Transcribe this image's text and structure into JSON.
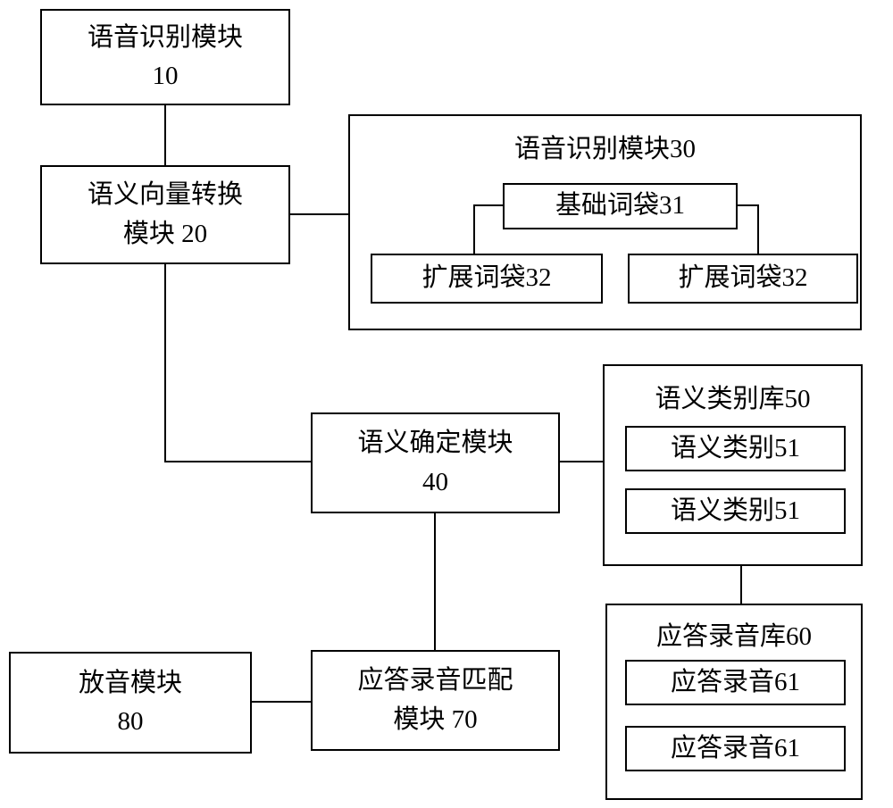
{
  "diagram": {
    "nodes": {
      "speech_recognition_10": {
        "line1": "语音识别模块",
        "line2": "10"
      },
      "semantic_vector_20": {
        "line1": "语义向量转换",
        "line2": "模块 20"
      },
      "basic_word_bag_31": {
        "label": "基础词袋31"
      },
      "extended_word_bag_32_left": {
        "label": "扩展词袋32"
      },
      "extended_word_bag_32_right": {
        "label": "扩展词袋32"
      },
      "semantic_determination_40": {
        "line1": "语义确定模块",
        "line2": "40"
      },
      "semantic_category_51_top": {
        "label": "语义类别51"
      },
      "semantic_category_51_bottom": {
        "label": "语义类别51"
      },
      "answer_recording_61_top": {
        "label": "应答录音61"
      },
      "answer_recording_61_bottom": {
        "label": "应答录音61"
      },
      "recording_match_70": {
        "line1": "应答录音匹配",
        "line2": "模块 70"
      },
      "playback_80": {
        "line1": "放音模块",
        "line2": "80"
      }
    },
    "groups": {
      "speech_recognition_30": {
        "title": "语音识别模块30"
      },
      "semantic_category_lib_50": {
        "title": "语义类别库50"
      },
      "answer_recording_lib_60": {
        "title": "应答录音库60"
      }
    },
    "colors": {
      "line": "#000000",
      "background": "#ffffff",
      "box_fill": "#ffffff"
    }
  }
}
